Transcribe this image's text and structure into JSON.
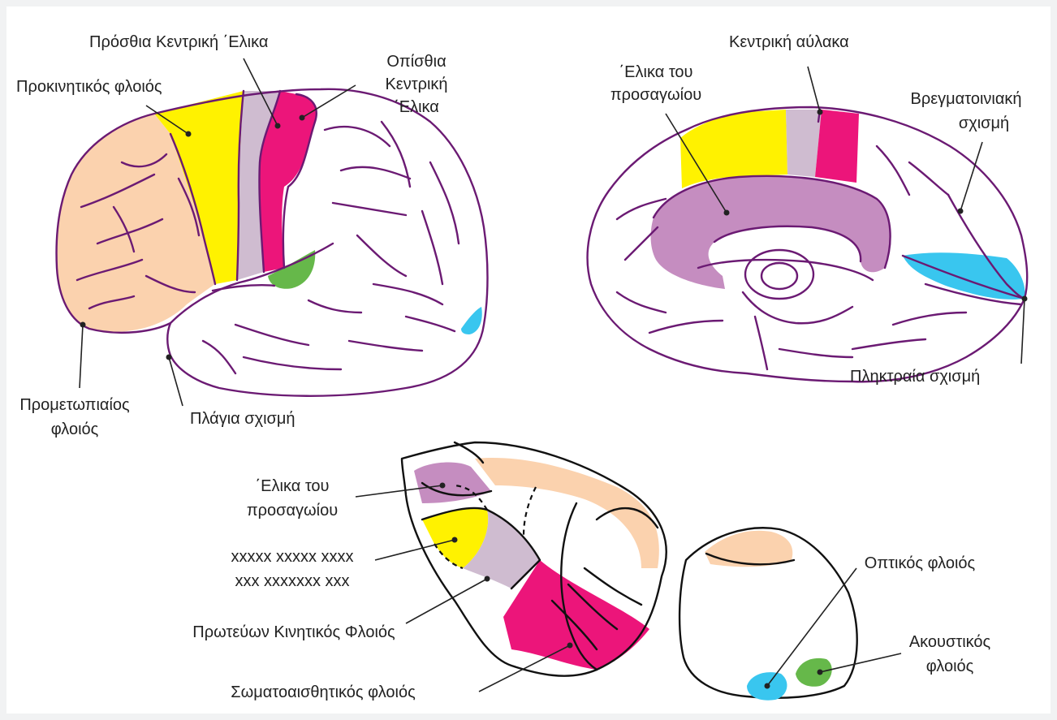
{
  "colors": {
    "background": "#f1f2f3",
    "panel": "#ffffff",
    "prefrontal": "#fbd2ae",
    "premotor": "#fff200",
    "primary_motor": "#cfbcd0",
    "somatosensory": "#ec157a",
    "cingulate": "#c58dc0",
    "visual": "#39c6ef",
    "auditory": "#66b84a",
    "brain_outline": "#6b1a73",
    "schematic_outline": "#111111"
  },
  "labels": {
    "precentral_gyrus": "Πρόσθια Κεντρική ΄Ελικα",
    "premotor_cortex": "Προκινητικός φλοιός",
    "postcentral_gyrus_1": "Οπίσθια",
    "postcentral_gyrus_2": "Κεντρική",
    "postcentral_gyrus_3": "΄Ελικα",
    "prefrontal_cortex_1": "Προμετωπιαίος",
    "prefrontal_cortex_2": "φλοιός",
    "lateral_sulcus": "Πλάγια σχισμή",
    "central_sulcus": "Κεντρική αύλακα",
    "cingulate_gyrus_1": "΄Ελικα του",
    "cingulate_gyrus_2": "προσαγωίου",
    "parieto_occipital_1": "Βρεγματοινιακή",
    "parieto_occipital_2": "σχισμή",
    "calcarine_sulcus": "Πληκτραία σχισμή",
    "cingulate_gyrus_b_1": "΄Ελικα του",
    "cingulate_gyrus_b_2": "προσαγωίου",
    "placeholder_1": "xxxxx xxxxx xxxx",
    "placeholder_2": "xxx xxxxxxx xxx",
    "primary_motor_cortex": "Πρωτεύων Κινητικός Φλοιός",
    "somatosensory_cortex": "Σωματοαισθητικός φλοιός",
    "visual_cortex": "Οπτικός φλοιός",
    "auditory_cortex_1": "Ακουστικός",
    "auditory_cortex_2": "φλοιός"
  }
}
